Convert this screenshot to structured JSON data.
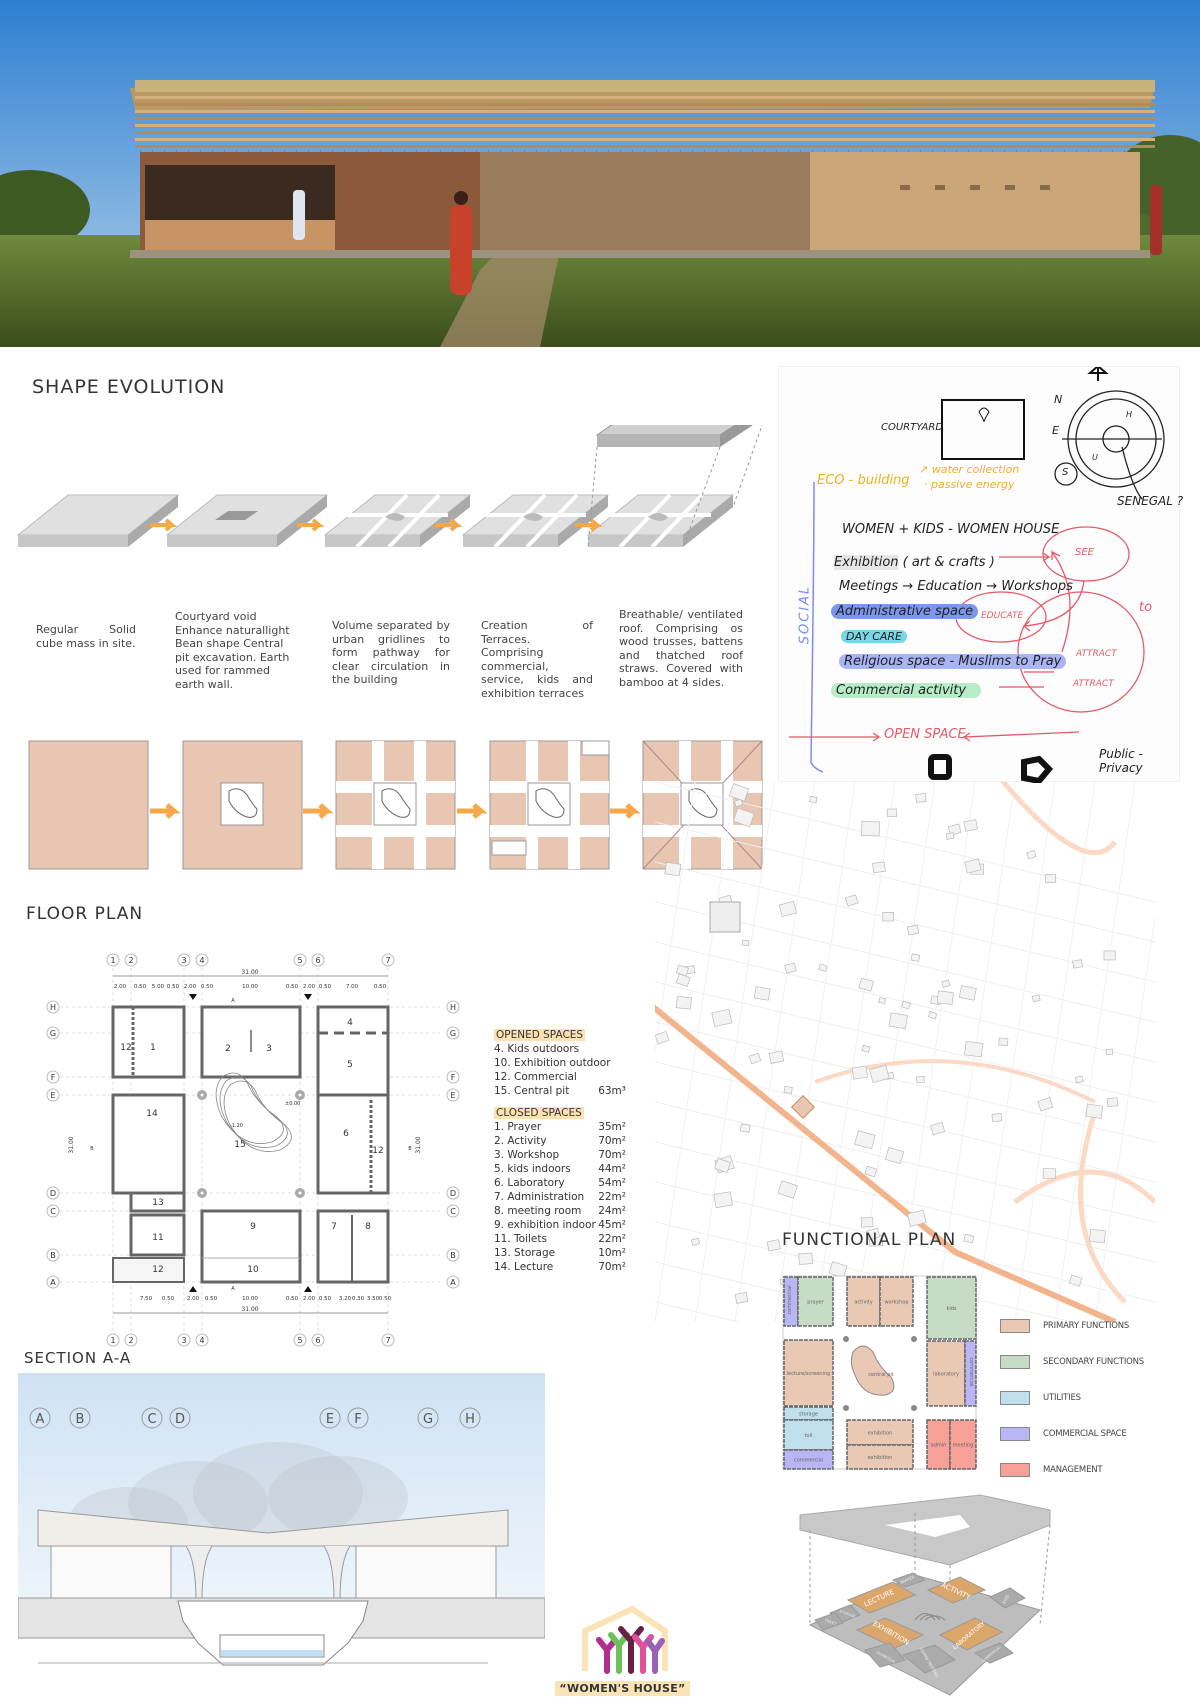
{
  "shape_evolution": {
    "title": "SHAPE EVOLUTION",
    "steps": [
      {
        "text": "Regular Solid cube mass in site."
      },
      {
        "text": "Courtyard void Enhance naturallight Bean shape Central pit excavation. Earth used for rammed earth wall."
      },
      {
        "text": "Volume separated by urban gridlines to form pathway for clear circulation in the building"
      },
      {
        "text": "Creation of Terraces. Comprising commercial, service, kids and exhibition terraces"
      },
      {
        "text": "Breathable/ ventilated roof. Comprising os wood trusses, battens and thatched roof straws. Covered with bamboo at 4 sides."
      }
    ],
    "colors": {
      "mass": "#e8c6b2",
      "arrow": "#f5a84a"
    }
  },
  "sketch": {
    "courtyard": "COURTYARD",
    "compass": {
      "n": "N",
      "e": "E",
      "s": "S",
      "h": "H",
      "u": "U"
    },
    "senegal": "SENEGAL ?",
    "eco": "ECO - building",
    "water": "↗ water collection",
    "passive": "· passive energy",
    "social": "SOCIAL",
    "women": "WOMEN + KIDS  - WOMEN HOUSE",
    "exhibition": "Exhibition ( art & crafts )",
    "meetings": "Meetings → Education → Workshops",
    "admin": "Administrative space",
    "daycare": "DAY CARE",
    "religious": "Religious space - Muslims to Pray",
    "commercial": "Commercial activity",
    "see": "SEE",
    "educate": "EDUCATE",
    "attract1": "ATTRACT",
    "attract2": "ATTRACT",
    "to": "to",
    "open_space": "OPEN SPACE",
    "public_private": "Public - Privacy"
  },
  "floor_plan": {
    "title": "FLOOR PLAN",
    "grid_cols": [
      "1",
      "2",
      "3",
      "4",
      "5",
      "6",
      "7"
    ],
    "grid_rows": [
      "H",
      "G",
      "F",
      "E",
      "D",
      "C",
      "B",
      "A"
    ],
    "overall": "31.00",
    "top_dims": [
      "2.00",
      "0.50",
      "5.00",
      "0.50",
      "2.00",
      "0.50",
      "10.00",
      "0.50",
      "2.00",
      "0.50",
      "7.00",
      "0.50"
    ],
    "bottom_dims": [
      "7.50",
      "0.50",
      "2.00",
      "0.50",
      "10.00",
      "0.50",
      "2.00",
      "0.50",
      "3.20",
      "0.30",
      "3.50",
      "0.50"
    ],
    "levels": {
      "ground": "±0.00",
      "pit": "-1.20"
    },
    "section_mark": "A",
    "section_mark_b": "B",
    "rooms": {
      "r1": "1",
      "r2": "2",
      "r3": "3",
      "r4": "4",
      "r5": "5",
      "r6": "6",
      "r7": "7",
      "r8": "8",
      "r9": "9",
      "r10": "10",
      "r11": "11",
      "r12a": "12",
      "r12b": "12",
      "r12c": "12",
      "r13": "13",
      "r14": "14",
      "r15": "15"
    },
    "opened_title": "OPENED SPACES",
    "opened": [
      {
        "name": "4. Kids outdoors",
        "area": ""
      },
      {
        "name": "10. Exhibition outdoor",
        "area": ""
      },
      {
        "name": "12. Commercial",
        "area": ""
      },
      {
        "name": "15. Central pit",
        "area": "63m³"
      }
    ],
    "closed_title": "CLOSED SPACES",
    "closed": [
      {
        "name": "1. Prayer",
        "area": "35m²"
      },
      {
        "name": "2. Activity",
        "area": "70m²"
      },
      {
        "name": "3. Workshop",
        "area": "70m²"
      },
      {
        "name": "5. kids indoors",
        "area": "44m²"
      },
      {
        "name": "6. Laboratory",
        "area": "54m²"
      },
      {
        "name": "7. Administration",
        "area": "22m²"
      },
      {
        "name": "8. meeting room",
        "area": "24m²"
      },
      {
        "name": "9. exhibition indoor",
        "area": "45m²"
      },
      {
        "name": "11. Toilets",
        "area": "22m²"
      },
      {
        "name": "13. Storage",
        "area": "10m²"
      },
      {
        "name": "14. Lecture",
        "area": "70m²"
      }
    ]
  },
  "section": {
    "title": "SECTION A-A",
    "axes": [
      "A",
      "B",
      "C",
      "D",
      "E",
      "F",
      "G",
      "H"
    ]
  },
  "functional_plan": {
    "title": "FUNCTIONAL PLAN",
    "rooms": {
      "commercial_nw": "commercial",
      "prayer": "prayer",
      "activity": "activity",
      "workshop": "workshop",
      "kids": "kids",
      "lecture": "lecture/screening",
      "central": "central pit",
      "laboratory": "laboratory",
      "commercial_e": "commercial",
      "storage": "storage",
      "toil": "toil",
      "commercial_sw": "commercial",
      "exhibition1": "exhibition",
      "exhibition2": "exhibition",
      "admin": "admin",
      "meeting": "meeting"
    },
    "legend": [
      {
        "label": "PRIMARY FUNCTIONS",
        "color": "#e9c9b4"
      },
      {
        "label": "SECONDARY FUNCTIONS",
        "color": "#c6dcc4"
      },
      {
        "label": "UTILITIES",
        "color": "#bfdfec"
      },
      {
        "label": "COMMERCIAL SPACE",
        "color": "#bab6f5"
      },
      {
        "label": "MANAGEMENT",
        "color": "#f6a097"
      }
    ]
  },
  "axonometric": {
    "labels": {
      "lecture": "LECTURE",
      "activity": "ACTIVITY",
      "exhibition": "EXHIBITION",
      "laboratory": "LABORATORY",
      "prayer": "PRAYER",
      "kids": "KIDS",
      "storage": "STORAGE",
      "toilet": "TOILET",
      "admin": "ADMIN/ MEETING",
      "exhibition2": "EXHIBITION",
      "commercial": "COMMERCIAL"
    },
    "accent": "#dba66a"
  },
  "logo": {
    "text": "“WOMEN'S HOUSE”"
  }
}
